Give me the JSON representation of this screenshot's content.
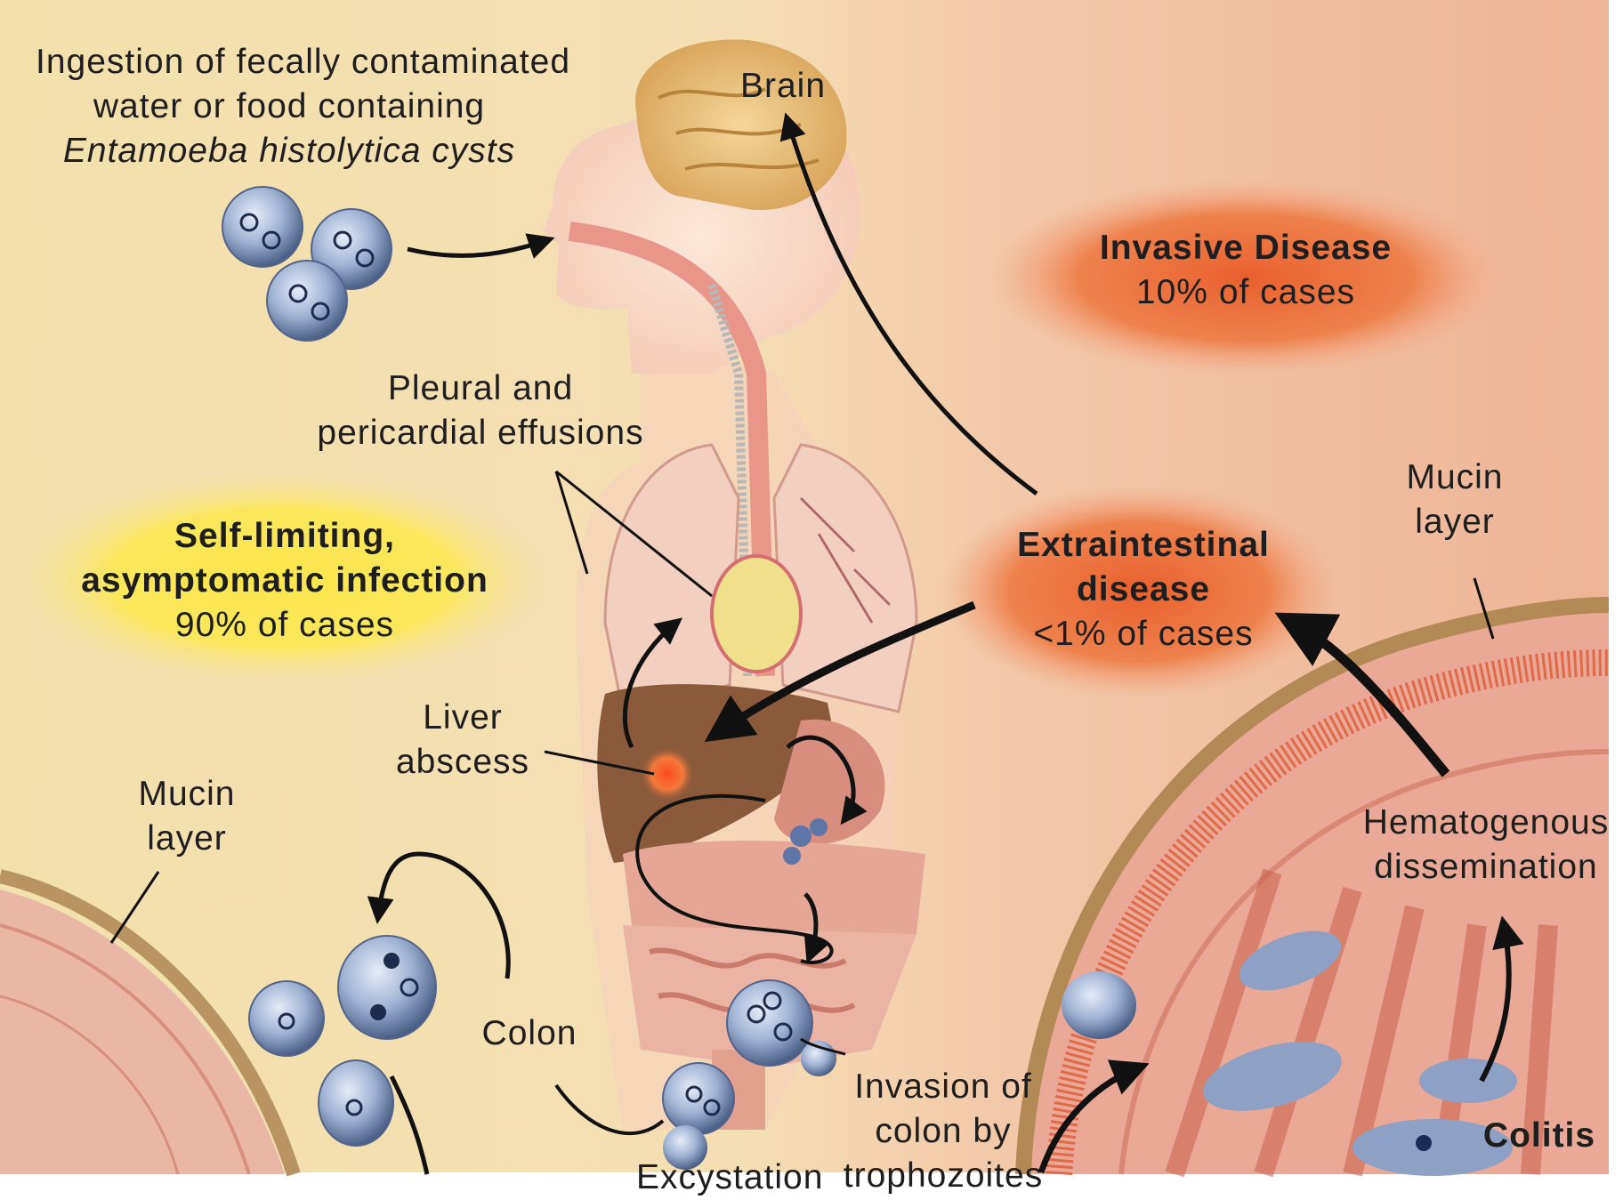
{
  "ingestion": {
    "line1": "Ingestion of fecally contaminated",
    "line2": "water or food containing",
    "line3": "Entamoeba histolytica cysts"
  },
  "brain_label": "Brain",
  "invasive": {
    "title": "Invasive Disease",
    "percent": "10% of cases"
  },
  "pleural": {
    "line1": "Pleural and",
    "line2": "pericardial effusions"
  },
  "self_limiting": {
    "line1": "Self-limiting,",
    "line2": "asymptomatic infection",
    "percent": "90% of cases"
  },
  "extraintestinal": {
    "line1": "Extraintestinal",
    "line2": "disease",
    "percent": "<1% of cases"
  },
  "mucin_right": {
    "line1": "Mucin",
    "line2": "layer"
  },
  "mucin_left": {
    "line1": "Mucin",
    "line2": "layer"
  },
  "liver": {
    "line1": "Liver",
    "line2": "abscess"
  },
  "hematogenous": {
    "line1": "Hematogenous",
    "line2": "dissemination"
  },
  "colon_label": "Colon",
  "invasion": {
    "line1": "Invasion of",
    "line2": "colon by",
    "line3": "trophozoites"
  },
  "excystation_label": "Excystation",
  "colitis_label": "Colitis",
  "colors": {
    "background_left": "#f2e0a8",
    "background_right": "#efb99c",
    "invasive_glow": "#e8602e",
    "extraintestinal_glow": "#e86a35",
    "self_limiting_glow": "#fbe64a",
    "cyst_fill": "#8fa3c6",
    "tissue": "#e9a693",
    "liver": "#8a5a3a",
    "arrow": "#111111"
  }
}
